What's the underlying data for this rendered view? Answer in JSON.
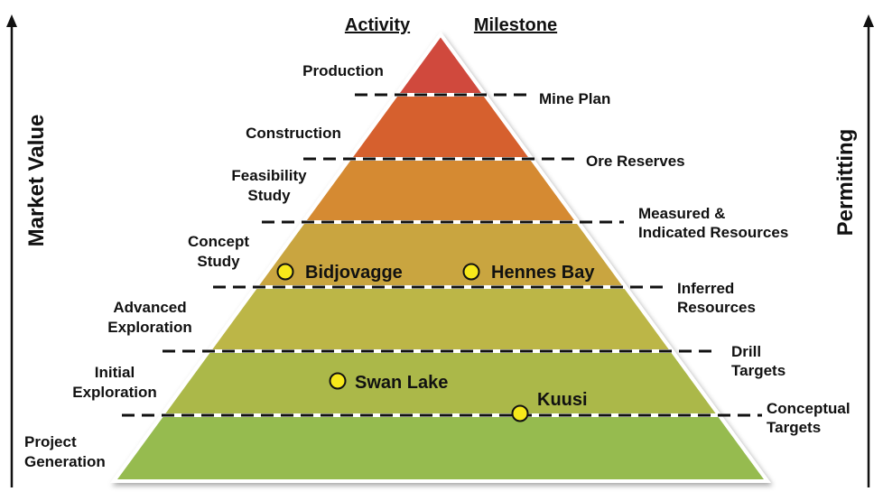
{
  "headers": {
    "activity": "Activity",
    "milestone": "Milestone"
  },
  "axes": {
    "left": "Market Value",
    "right": "Permitting"
  },
  "stages": [
    {
      "activity": [
        "Production"
      ],
      "milestone": [
        "Mine Plan"
      ],
      "color": "#d04a3c"
    },
    {
      "activity": [
        "Construction"
      ],
      "milestone": [
        "Ore Reserves"
      ],
      "color": "#d6612f"
    },
    {
      "activity": [
        "Feasibility",
        "Study"
      ],
      "milestone": [
        "Measured &",
        "Indicated Resources"
      ],
      "color": "#d58a32"
    },
    {
      "activity": [
        "Concept",
        "Study"
      ],
      "milestone": [
        "Inferred",
        "Resources"
      ],
      "color": "#c9a540"
    },
    {
      "activity": [
        "Advanced",
        "Exploration"
      ],
      "milestone": [
        "Drill",
        "Targets"
      ],
      "color": "#bcb647"
    },
    {
      "activity": [
        "Initial",
        "Exploration"
      ],
      "milestone": [
        "Conceptual",
        "Targets"
      ],
      "color": "#abb84a"
    },
    {
      "activity": [
        "Project",
        "Generation"
      ],
      "milestone": [],
      "color": "#96bb4f"
    }
  ],
  "projects": [
    {
      "name": "Bidjovagge",
      "marker_color": "#f7e81a"
    },
    {
      "name": "Hennes Bay",
      "marker_color": "#f7e81a"
    },
    {
      "name": "Swan Lake",
      "marker_color": "#f7e81a"
    },
    {
      "name": "Kuusi",
      "marker_color": "#f7e81a"
    }
  ]
}
